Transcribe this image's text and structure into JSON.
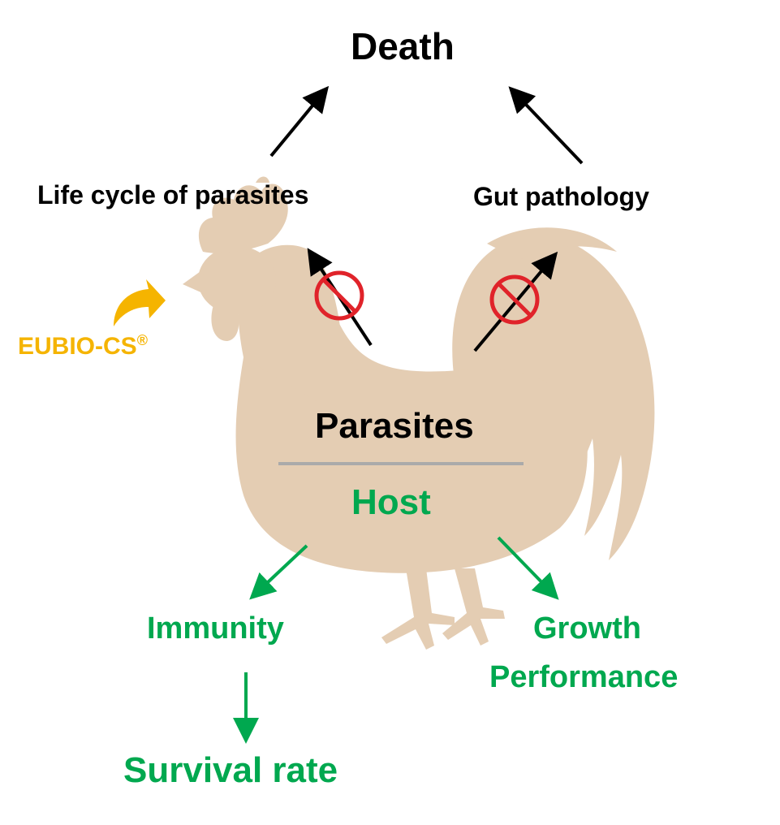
{
  "labels": {
    "death": "Death",
    "life_cycle": "Life cycle of parasites",
    "gut_pathology": "Gut pathology",
    "parasites": "Parasites",
    "host": "Host",
    "immunity": "Immunity",
    "growth_line1": "Growth",
    "growth_line2": "Performance",
    "survival_rate": "Survival rate",
    "eubio_name": "EUBIO-CS",
    "eubio_mark": "®"
  },
  "colors": {
    "rooster": "#e4cdb3",
    "black_arrow": "#000000",
    "green": "#00a84f",
    "gold": "#f5b400",
    "prohibit_red": "#e0232a",
    "divider": "#aaaaaa"
  },
  "icons": {
    "rooster": "rooster-silhouette-icon",
    "prohibit": "prohibit-icon",
    "curved_arrow": "curved-arrow-icon"
  }
}
